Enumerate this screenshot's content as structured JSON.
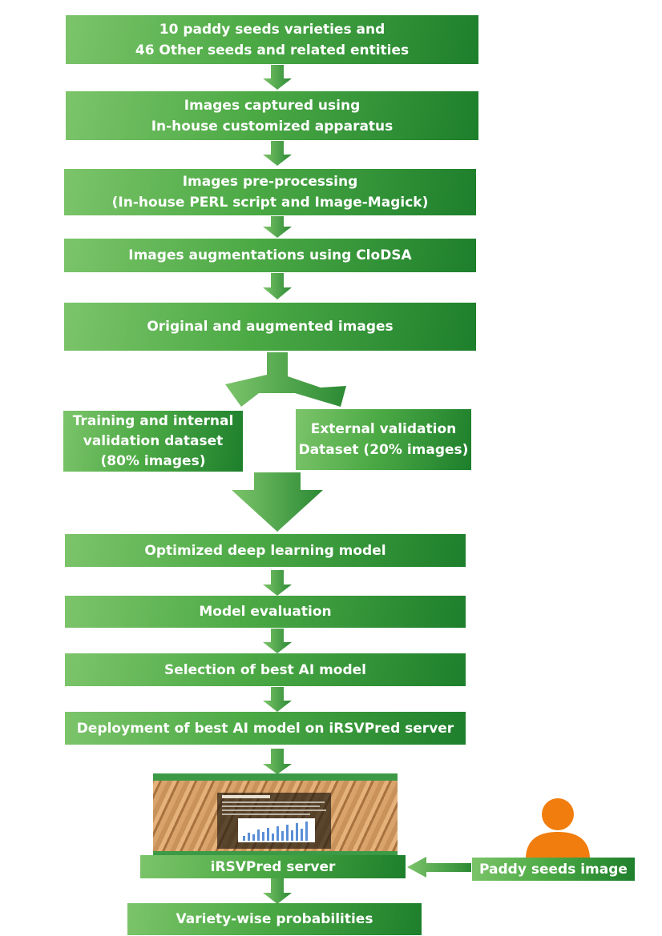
{
  "steps": [
    {
      "lines": [
        "10 paddy seeds varieties and",
        "46 Other seeds and related entities"
      ]
    },
    {
      "lines": [
        "Images captured using",
        "In-house customized apparatus"
      ]
    },
    {
      "lines": [
        "Images pre-processing",
        "(In-house PERL script and Image-Magick)"
      ]
    },
    {
      "lines": [
        "Images augmentations using CloDSA"
      ]
    },
    {
      "lines": [
        "Original and augmented images"
      ]
    }
  ],
  "split": {
    "training": [
      "Training and internal",
      "validation dataset",
      "(80% images)"
    ],
    "external": [
      "External validation",
      "Dataset (20% images)"
    ]
  },
  "model_steps": [
    "Optimized deep learning model",
    "Model evaluation",
    "Selection of best AI model",
    "Deployment of best AI model on iRSVPred server"
  ],
  "server": {
    "label": "iRSVPred server",
    "screenshot_icon": "web-page-screenshot",
    "panel_title": "Variety Checker"
  },
  "user_input": {
    "label": "Paddy seeds image",
    "icon": "person-icon",
    "icon_color": "#f07d0e"
  },
  "output": "Variety-wise probabilities",
  "colors": {
    "box_light": "#7cc46a",
    "box_dark": "#1e7f2c"
  }
}
